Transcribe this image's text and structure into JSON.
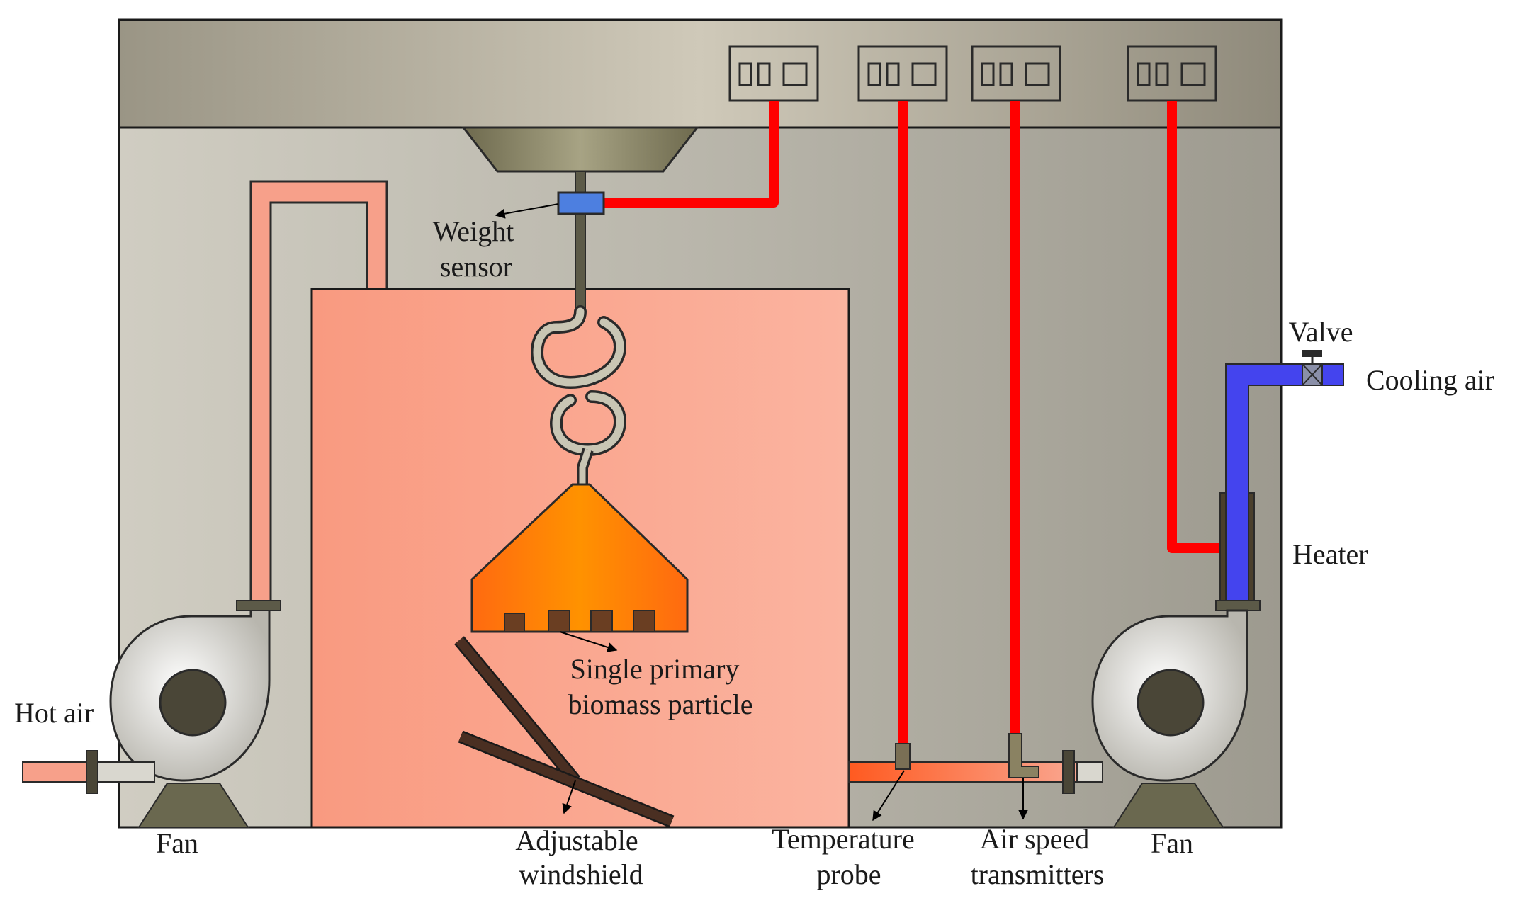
{
  "labels": {
    "weight_sensor": [
      "Weight",
      "sensor"
    ],
    "valve": "Valve",
    "cooling_air": "Cooling air",
    "heater": "Heater",
    "hot_air": "Hot air",
    "fan_left": "Fan",
    "fan_right": "Fan",
    "particle": [
      "Single primary",
      "biomass particle"
    ],
    "windshield": [
      "Adjustable",
      "windshield"
    ],
    "temperature_probe": [
      "Temperature",
      "probe"
    ],
    "air_speed": [
      "Air speed",
      "transmitters"
    ]
  },
  "colors": {
    "cabinet": "#b8b5aa",
    "panel": "#a8a395",
    "chamber": "#f7a88f",
    "signal_wire": "#ff0000",
    "hot_duct": "#f7a08a",
    "cooling_duct": "#4444ee",
    "particle_holder": "#ff8800",
    "hanger": "#5c5a48",
    "windshield": "#4a2f22"
  }
}
